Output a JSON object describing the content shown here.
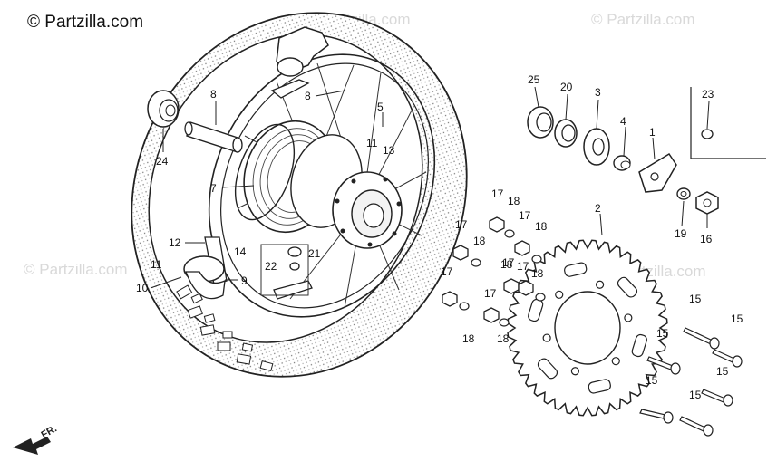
{
  "watermark": {
    "main": "© Partzilla.com",
    "faint": "© Partzilla.com"
  },
  "direction_marker": {
    "text": "FR."
  },
  "callouts": [
    {
      "id": "c8a",
      "label": "8"
    },
    {
      "id": "c24",
      "label": "24"
    },
    {
      "id": "c8b",
      "label": "8"
    },
    {
      "id": "c5",
      "label": "5"
    },
    {
      "id": "c11a",
      "label": "11"
    },
    {
      "id": "c13",
      "label": "13"
    },
    {
      "id": "c7",
      "label": "7"
    },
    {
      "id": "c12",
      "label": "12"
    },
    {
      "id": "c11b",
      "label": "11"
    },
    {
      "id": "c10",
      "label": "10"
    },
    {
      "id": "c14",
      "label": "14"
    },
    {
      "id": "c21",
      "label": "21"
    },
    {
      "id": "c22",
      "label": "22"
    },
    {
      "id": "c9",
      "label": "9"
    },
    {
      "id": "c25",
      "label": "25"
    },
    {
      "id": "c20",
      "label": "20"
    },
    {
      "id": "c3",
      "label": "3"
    },
    {
      "id": "c4",
      "label": "4"
    },
    {
      "id": "c1",
      "label": "1"
    },
    {
      "id": "c23",
      "label": "23"
    },
    {
      "id": "c19",
      "label": "19"
    },
    {
      "id": "c16",
      "label": "16"
    },
    {
      "id": "c2",
      "label": "2"
    },
    {
      "id": "c17a",
      "label": "17"
    },
    {
      "id": "c18a",
      "label": "18"
    },
    {
      "id": "c17b",
      "label": "17"
    },
    {
      "id": "c18b",
      "label": "18"
    },
    {
      "id": "c17c",
      "label": "17"
    },
    {
      "id": "c18c",
      "label": "18"
    },
    {
      "id": "c17d",
      "label": "17"
    },
    {
      "id": "c18d",
      "label": "18"
    },
    {
      "id": "c17e",
      "label": "17"
    },
    {
      "id": "c18e",
      "label": "18"
    },
    {
      "id": "c17f",
      "label": "17"
    },
    {
      "id": "c18f",
      "label": "18"
    },
    {
      "id": "c17g",
      "label": "17"
    },
    {
      "id": "c18g",
      "label": "18"
    },
    {
      "id": "c15a",
      "label": "15"
    },
    {
      "id": "c15b",
      "label": "15"
    },
    {
      "id": "c15c",
      "label": "15"
    },
    {
      "id": "c15d",
      "label": "15"
    },
    {
      "id": "c15e",
      "label": "15"
    },
    {
      "id": "c15f",
      "label": "15"
    }
  ]
}
